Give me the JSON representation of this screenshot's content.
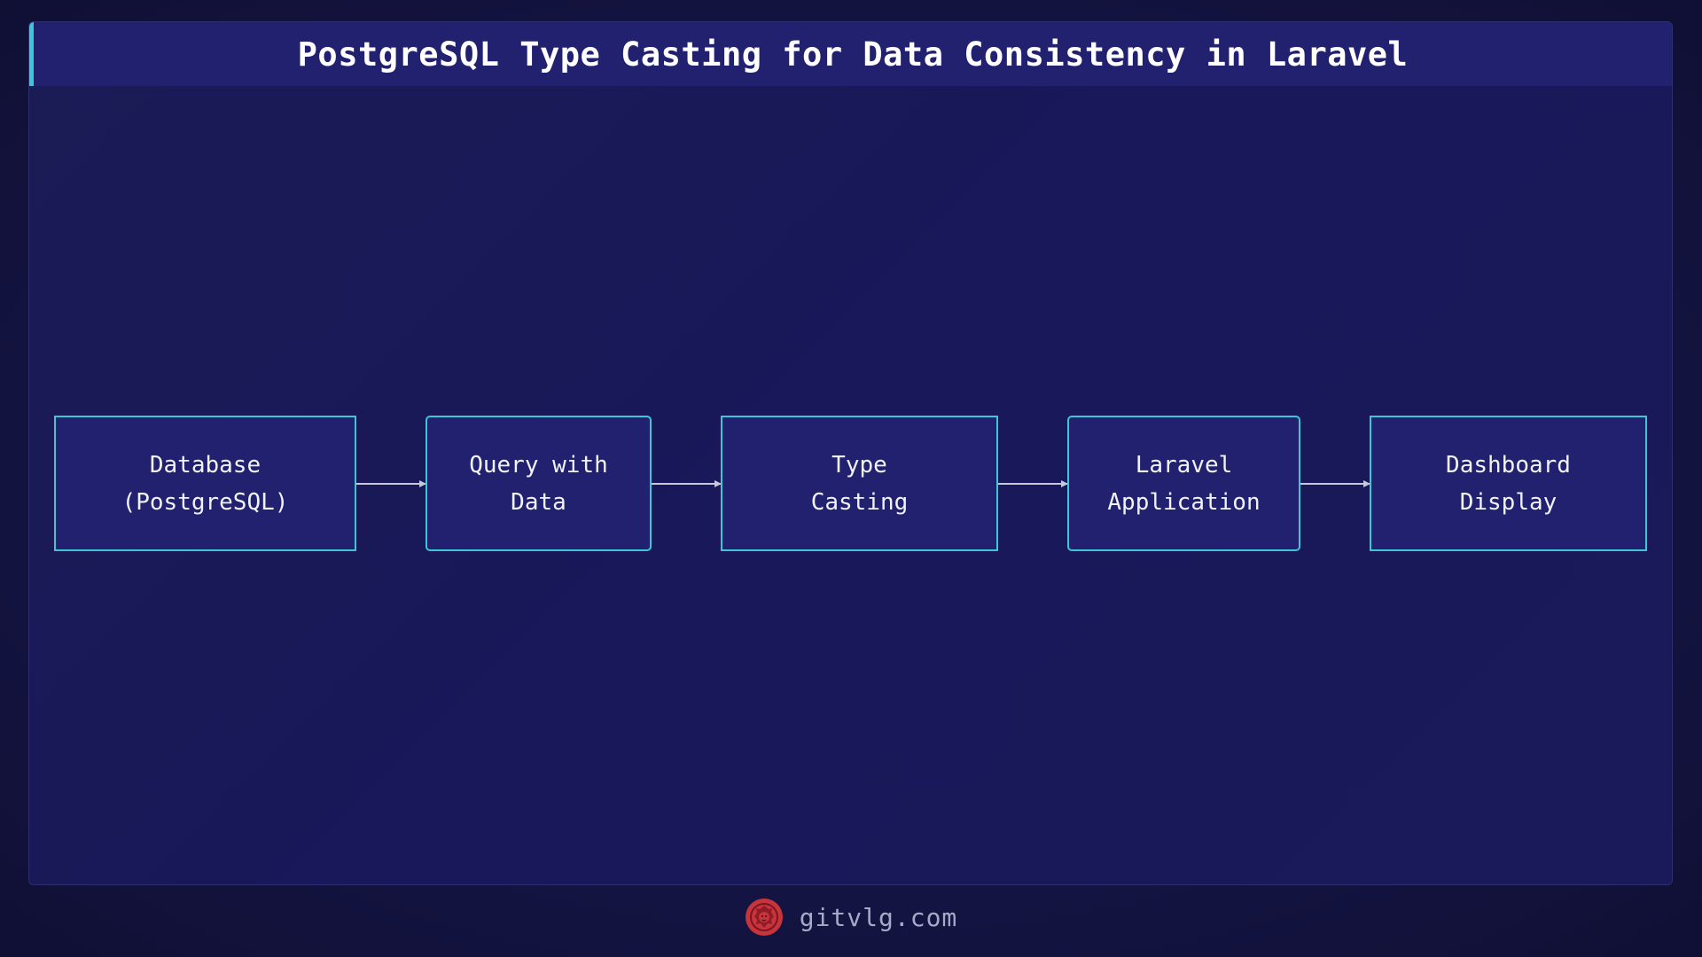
{
  "title": "PostgreSQL Type Casting for Data Consistency in Laravel",
  "nodes": [
    {
      "label": "Database\n(PostgreSQL)"
    },
    {
      "label": "Query with\nData"
    },
    {
      "label": "Type\nCasting"
    },
    {
      "label": "Laravel\nApplication"
    },
    {
      "label": "Dashboard\nDisplay"
    }
  ],
  "footer": {
    "site": "gitvlg.com",
    "logo_icon": "lion-logo-icon"
  },
  "colors": {
    "background": "#141443",
    "node_fill": "#22216f",
    "node_border": "#3fc6d6",
    "arrow": "#c8c8dc",
    "logo": "#c8343c"
  }
}
